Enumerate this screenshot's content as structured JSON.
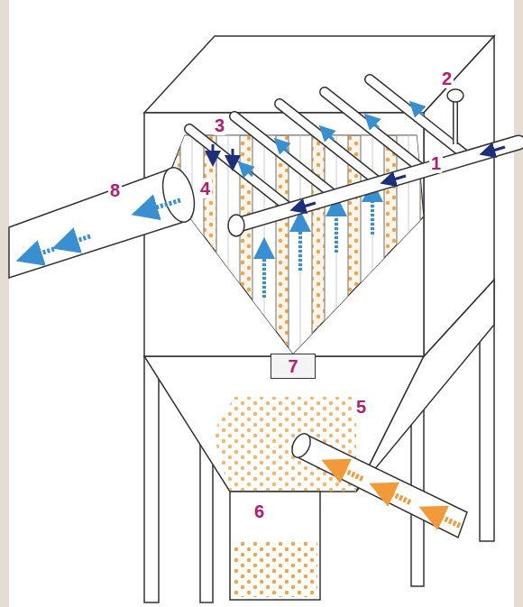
{
  "diagram": {
    "nodes": [
      {
        "text": [
          "7"
        ]
      }
    ],
    "labels": [
      "2",
      "1",
      "3",
      "8",
      "4",
      "5",
      "6"
    ]
  }
}
